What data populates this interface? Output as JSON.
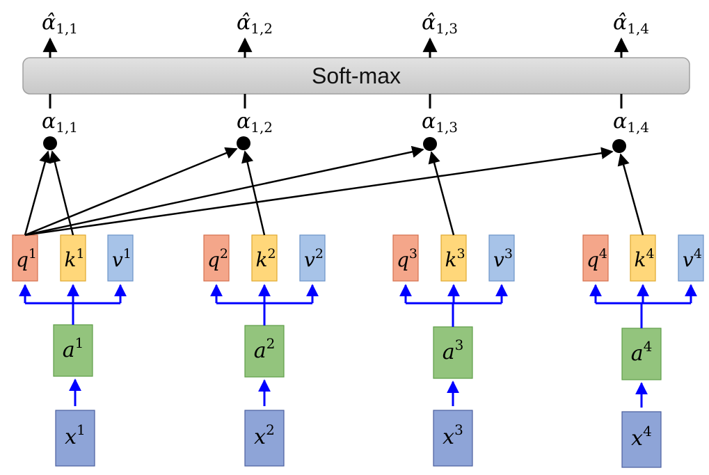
{
  "softmax": {
    "label": "Soft-max"
  },
  "columns": [
    {
      "index": "1",
      "x": "x",
      "a": "a",
      "q": "q",
      "k": "k",
      "v": "v",
      "alpha": "α",
      "alpha_sub": "1,1",
      "alpha_hat": "α̂",
      "alpha_hat_sub": "1,1"
    },
    {
      "index": "2",
      "x": "x",
      "a": "a",
      "q": "q",
      "k": "k",
      "v": "v",
      "alpha": "α",
      "alpha_sub": "1,2",
      "alpha_hat": "α̂",
      "alpha_hat_sub": "1,2"
    },
    {
      "index": "3",
      "x": "x",
      "a": "a",
      "q": "q",
      "k": "k",
      "v": "v",
      "alpha": "α",
      "alpha_sub": "1,3",
      "alpha_hat": "α̂",
      "alpha_hat_sub": "1,3"
    },
    {
      "index": "4",
      "x": "x",
      "a": "a",
      "q": "q",
      "k": "k",
      "v": "v",
      "alpha": "α",
      "alpha_sub": "1,4",
      "alpha_hat": "α̂",
      "alpha_hat_sub": "1,4"
    }
  ],
  "colors": {
    "x_fill": "#8EA4D7",
    "x_stroke": "#4A5E9E",
    "a_fill": "#93C47D",
    "a_stroke": "#5E9E48",
    "q_fill": "#F4A68A",
    "q_stroke": "#D4704D",
    "k_fill": "#FFD77A",
    "k_stroke": "#E0A82E",
    "v_fill": "#A7C3E8",
    "v_stroke": "#6A93C8",
    "blue_arrow": "#0000FF",
    "softmax_fill": "#D6D6D6",
    "softmax_stroke": "#A0A0A0"
  }
}
